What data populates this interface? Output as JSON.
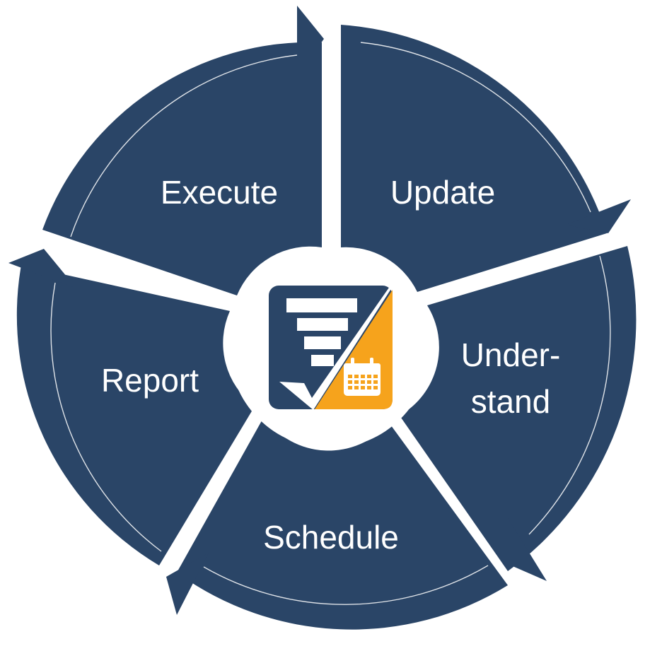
{
  "diagram": {
    "segments": [
      {
        "id": "execute",
        "label": "Execute"
      },
      {
        "id": "update",
        "label": "Update"
      },
      {
        "id": "understand",
        "label_line1": "Under-",
        "label_line2": "stand"
      },
      {
        "id": "schedule",
        "label": "Schedule"
      },
      {
        "id": "report",
        "label": "Report"
      }
    ]
  },
  "colors": {
    "segment_fill": "#2a4567",
    "center_logo_blue": "#2a4567",
    "center_logo_orange": "#f6a31c",
    "background": "#ffffff",
    "guide_line": "#ffffff"
  },
  "center_logo": {
    "icons": [
      "list-bars-icon",
      "checkmark-icon",
      "calendar-icon"
    ]
  }
}
